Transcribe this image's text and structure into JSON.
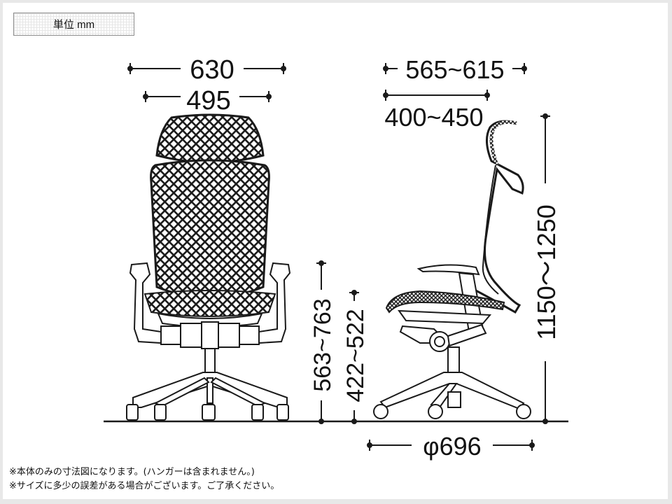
{
  "unit_label": "単位 mm",
  "front_view": {
    "overall_width": "630",
    "seat_width": "495",
    "seat_height": "422~522",
    "armrest_height": "563~763"
  },
  "side_view": {
    "overall_depth": "565~615",
    "seat_depth": "400~450",
    "overall_height": "1150～1250",
    "base_diameter": "φ696"
  },
  "notes": [
    "※本体のみの寸法図になります。(ハンガーは含まれません。)",
    "※サイズに多少の誤差がある場合がございます。ご了承ください。"
  ],
  "colors": {
    "line": "#1a1a1a",
    "background": "#ffffff",
    "frame": "#e8e8e8"
  }
}
